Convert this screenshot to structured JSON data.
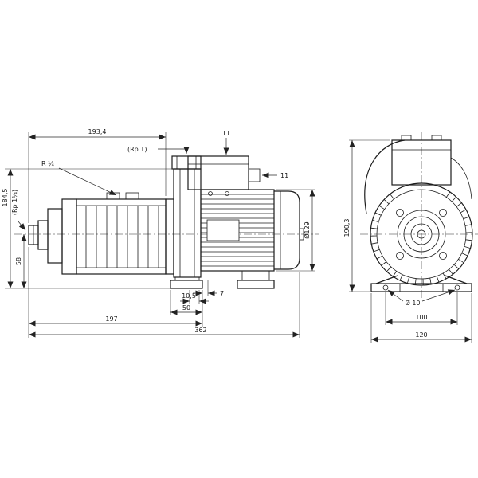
{
  "drawing": {
    "kind": "pump dimensional drawing",
    "front_view": {
      "dim_pump_length": "193,4",
      "discharge_port": "(Rp 1)",
      "plug_label": "R ¼",
      "dim_gland_top": "11",
      "dim_gland_side": "11",
      "dim_motor_diameter": "Ø129",
      "dim_total_height": "184,5",
      "suction_port": "(Rp 1¼)",
      "dim_shaft_height": "58",
      "dim_foot_slot": "10,5",
      "dim_foot_length": "50",
      "dim_length_to_foot": "197",
      "dim_total_length": "362",
      "dim_foot_offset": "7"
    },
    "end_view": {
      "dim_total_height": "190,3",
      "dim_foot_hole": "Ø 10",
      "dim_hole_spacing": "100",
      "dim_foot_width": "120"
    },
    "colors": {
      "line": "#1c1c1c",
      "dimension": "#2a2a2a",
      "background": "#ffffff"
    }
  }
}
